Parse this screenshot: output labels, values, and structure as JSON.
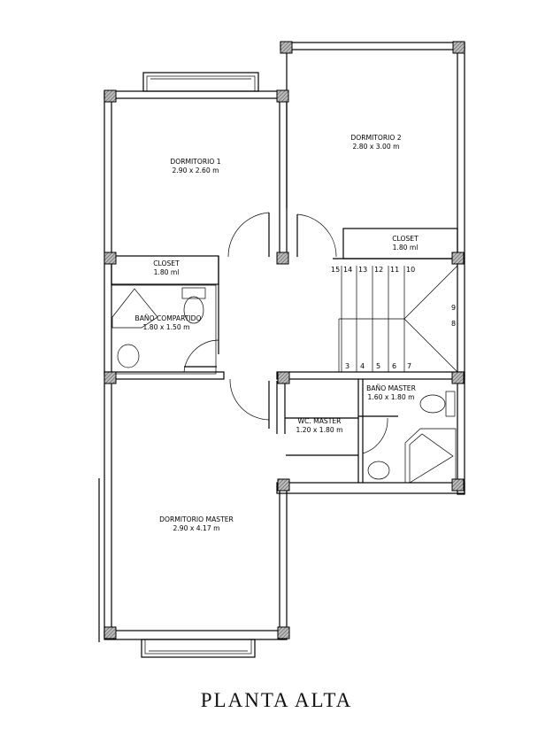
{
  "title": "PLANTA ALTA",
  "rooms": {
    "dormitorio1": {
      "name": "DORMITORIO 1",
      "size": "2.90 x 2.60 m"
    },
    "dormitorio2": {
      "name": "DORMITORIO 2",
      "size": "2.80 x 3.00 m"
    },
    "closet1": {
      "name": "CLOSET",
      "size": "1.80 ml"
    },
    "closet2": {
      "name": "CLOSET",
      "size": "1.80 ml"
    },
    "bano_compartido": {
      "name": "BAÑO COMPARTIDO",
      "size": "1.80 x 1.50 m"
    },
    "bano_master": {
      "name": "BAÑO MASTER",
      "size": "1.60 x 1.80 m"
    },
    "wc_master": {
      "name": "WC. MASTER",
      "size": "1.20 x 1.80 m"
    },
    "dormitorio_master": {
      "name": "DORMITORIO MASTER",
      "size": "2.90 x 4.17 m"
    }
  },
  "stairs": {
    "upper": [
      "15",
      "14",
      "13",
      "12",
      "11",
      "10"
    ],
    "side": [
      "9",
      "8"
    ],
    "lower": [
      "3",
      "4",
      "5",
      "6",
      "7"
    ]
  }
}
